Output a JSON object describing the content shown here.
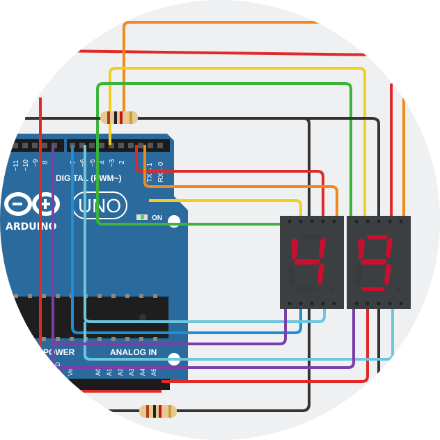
{
  "board": {
    "brand": "ARDUINO",
    "model": "UNO",
    "digital_header": "DIGITAL (PWM~)",
    "power_header": "POWER",
    "analog_header": "ANALOG IN",
    "on_label": "ON",
    "tx_label": "TX→1",
    "rx_label": "RX←0",
    "pins_top": [
      "~11",
      "~10",
      "~9",
      "8",
      "7",
      "~6",
      "~5",
      "4",
      "~3",
      "2"
    ],
    "pins_analog": [
      "A0",
      "A1",
      "A2",
      "A3",
      "A4",
      "A5"
    ],
    "pins_power": [
      "GND",
      "Vin"
    ]
  },
  "displays": [
    {
      "digit": "4",
      "segments": [
        "b",
        "c",
        "f",
        "g"
      ]
    },
    {
      "digit": "9",
      "segments": [
        "a",
        "b",
        "c",
        "d",
        "f",
        "g"
      ]
    }
  ],
  "colors": {
    "background": "#eef0f2",
    "board": "#2a6a9c",
    "board_dark": "#1f5683",
    "wire_red": "#e02a2a",
    "wire_orange": "#f08a1a",
    "wire_yellow": "#f2cf1e",
    "wire_green": "#3cb43c",
    "wire_blue": "#1e8fd6",
    "wire_lightblue": "#6fc5dc",
    "wire_purple": "#7a3fa8",
    "wire_black": "#333333",
    "segment_on": "#c8102e",
    "segment_off": "#3a3a3a",
    "display_body": "#3b3f42"
  }
}
